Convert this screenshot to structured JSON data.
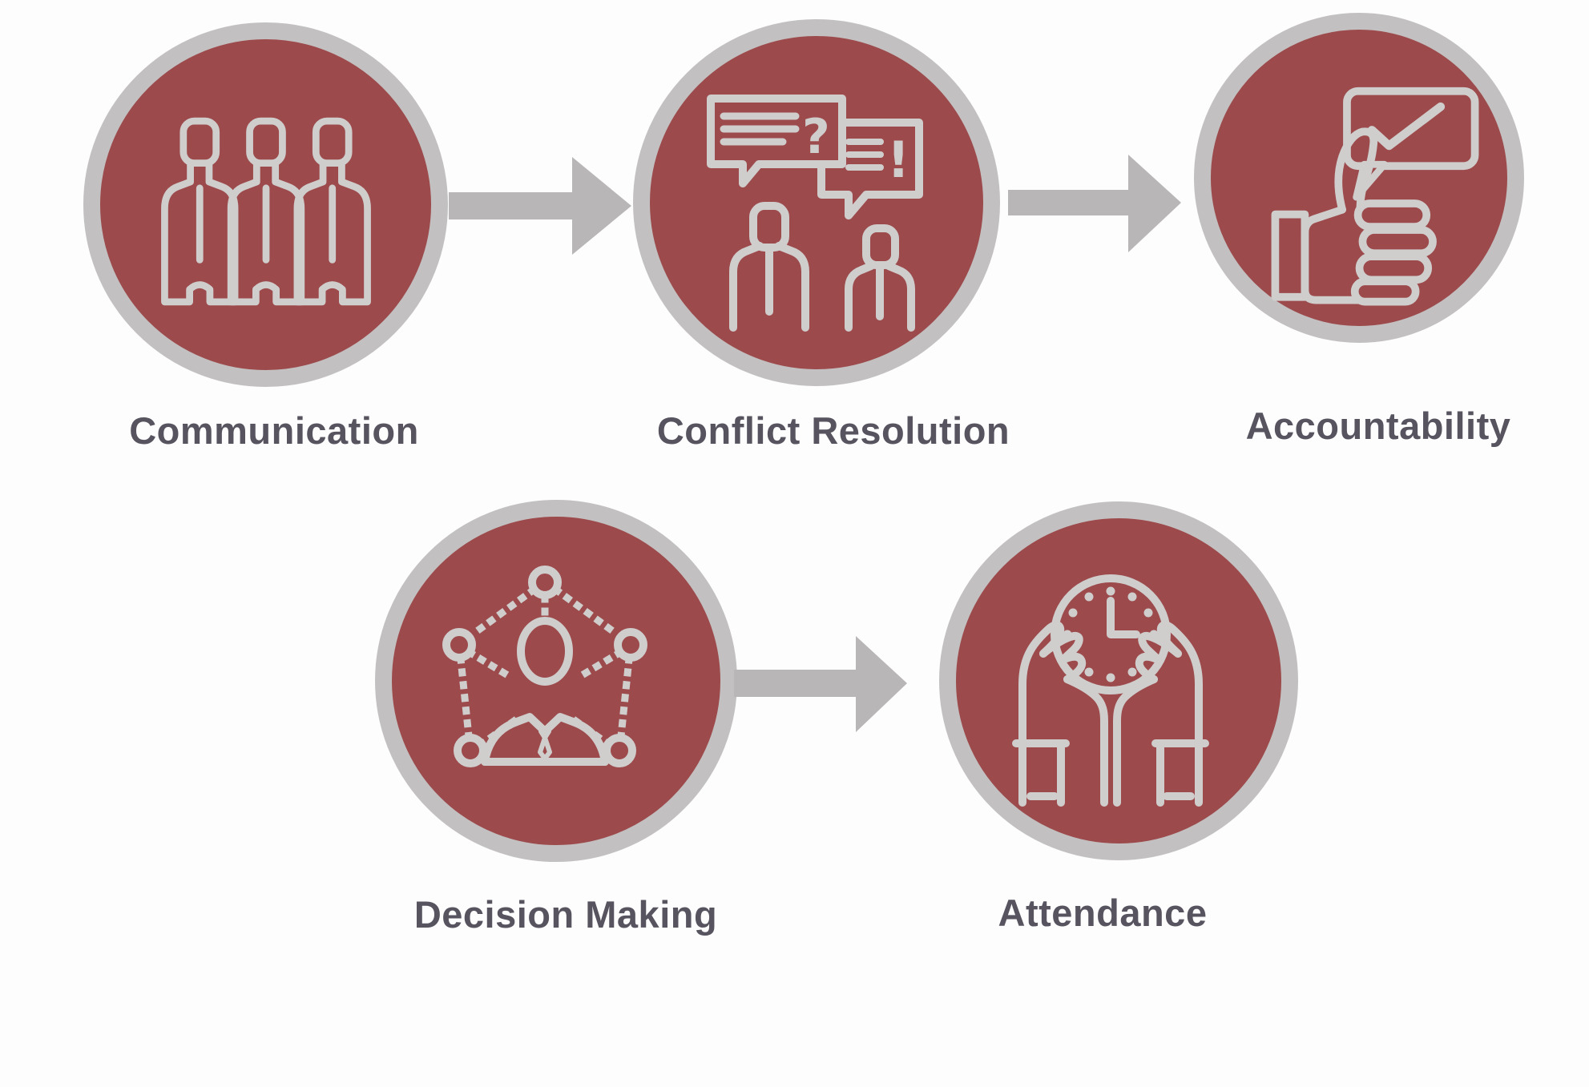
{
  "colors": {
    "circle_fill": "#9c4a4b",
    "ring": "#c3c0c1",
    "arrow": "#b9b6b7",
    "icon_stroke": "#d0cdcd",
    "label_text": "#575460",
    "background": "#fdfdfd"
  },
  "diagram": {
    "nodes": [
      {
        "label": "Communication",
        "icon": "three-people-icon"
      },
      {
        "label": "Conflict Resolution",
        "icon": "speech-bubbles-discussion-icon"
      },
      {
        "label": "Accountability",
        "icon": "thumbs-up-check-bubble-icon"
      },
      {
        "label": "Decision Making",
        "icon": "person-network-nodes-icon"
      },
      {
        "label": "Attendance",
        "icon": "hands-holding-clock-icon"
      }
    ],
    "connections": [
      {
        "from": "Communication",
        "to": "Conflict Resolution"
      },
      {
        "from": "Conflict Resolution",
        "to": "Accountability"
      },
      {
        "from": "Decision Making",
        "to": "Attendance"
      }
    ],
    "icon_text_glyphs": {
      "question_mark": "?",
      "exclamation_mark": "!"
    }
  }
}
